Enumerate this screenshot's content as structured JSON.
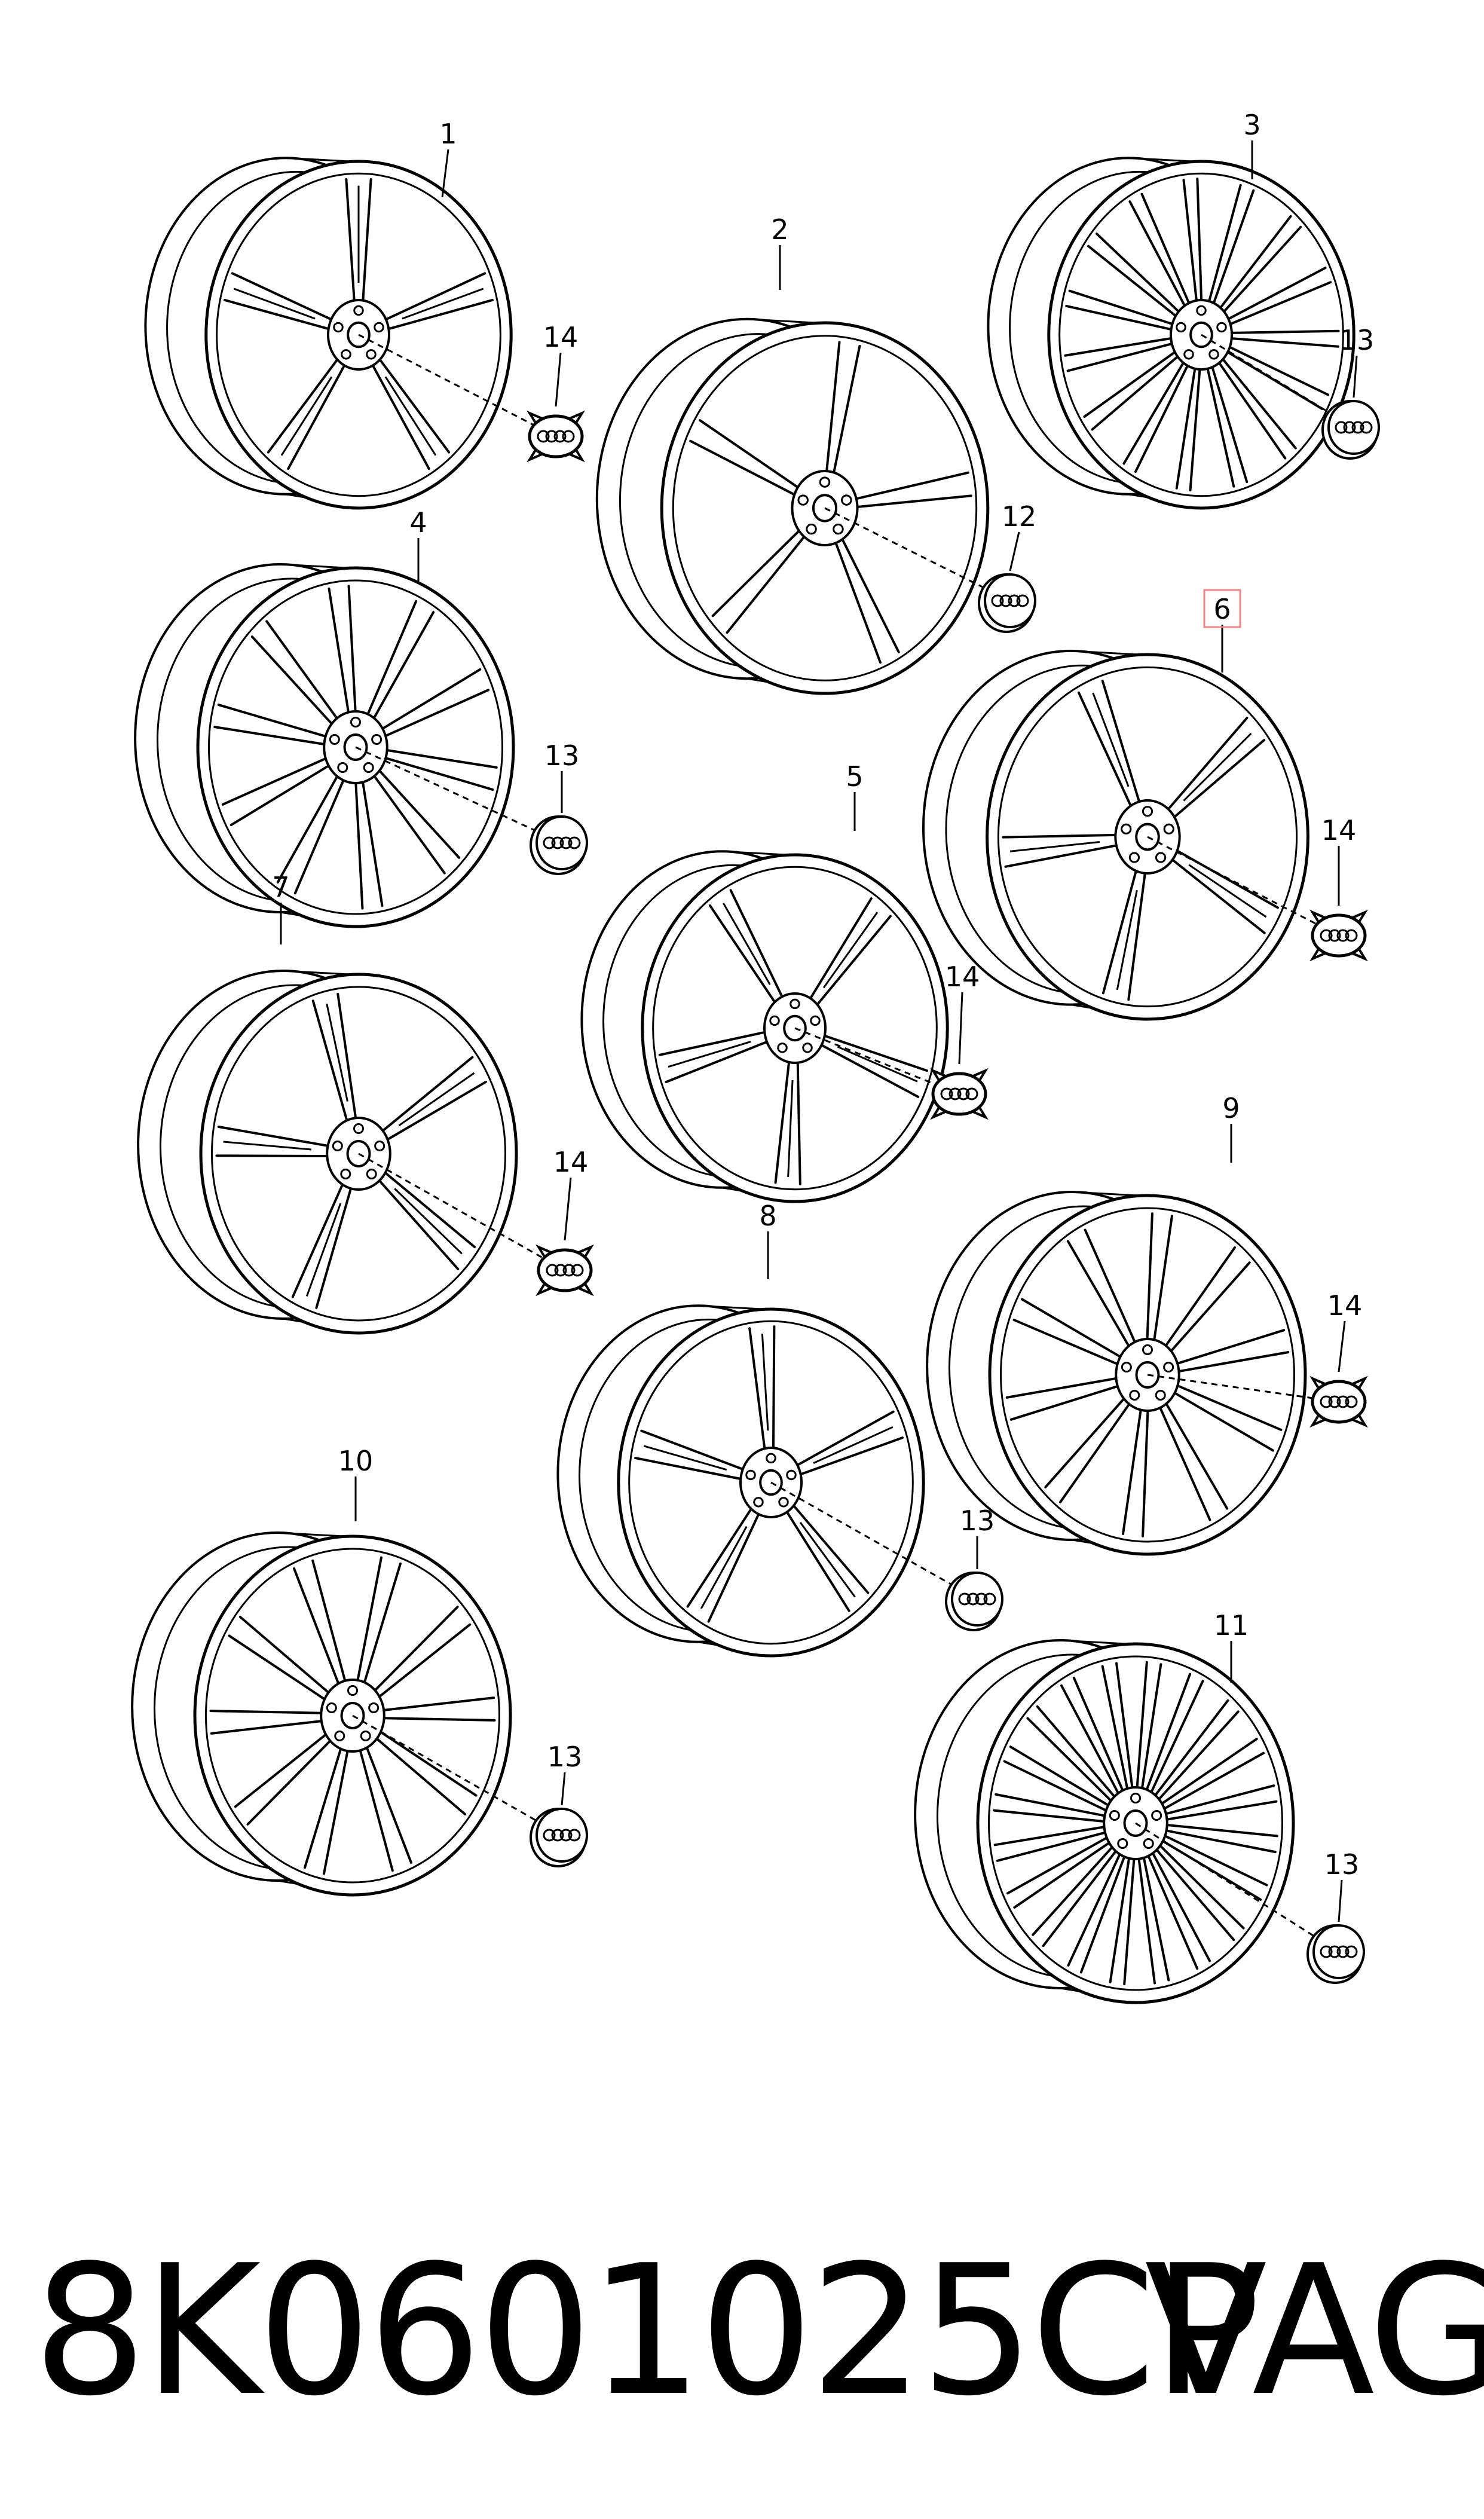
{
  "diagram": {
    "wheels": [
      {
        "callout": "1",
        "style": "5-double-spoke-star",
        "cap": "14"
      },
      {
        "callout": "2",
        "style": "5-arm",
        "cap": "12"
      },
      {
        "callout": "3",
        "style": "15-spoke",
        "cap": "13"
      },
      {
        "callout": "4",
        "style": "10-spoke",
        "cap": "13"
      },
      {
        "callout": "5",
        "style": "5-v-spoke",
        "cap": "14"
      },
      {
        "callout": "6",
        "style": "5-segment",
        "cap": "14",
        "highlighted": true
      },
      {
        "callout": "7",
        "style": "5-double-spoke",
        "cap": "14"
      },
      {
        "callout": "8",
        "style": "5-y-spoke",
        "cap": "13"
      },
      {
        "callout": "9",
        "style": "5-twin-spoke",
        "cap": "14"
      },
      {
        "callout": "10",
        "style": "10-spoke",
        "cap": "13"
      },
      {
        "callout": "11",
        "style": "multi-spoke",
        "cap": "13"
      }
    ],
    "cap_icon": "four-rings-logo"
  },
  "footer": {
    "part_number": "8K0601025CP",
    "brand": "VAG"
  },
  "colors": {
    "line": "#000000",
    "background": "#ffffff",
    "highlight_box": "#ee8888"
  }
}
